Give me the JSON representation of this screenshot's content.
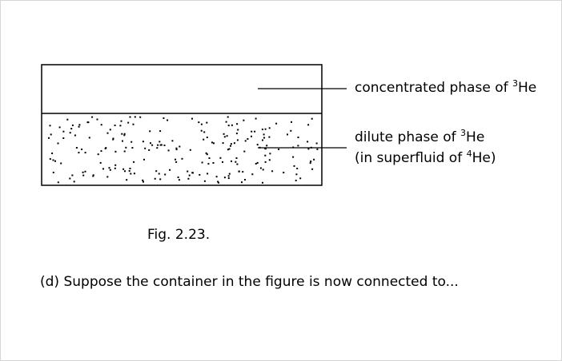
{
  "labels": {
    "concentrated": {
      "text": "concentrated phase of ",
      "superscript": "3",
      "element": "He"
    },
    "dilute_line1": {
      "text": "dilute phase of ",
      "superscript": "3",
      "element": "He"
    },
    "dilute_line2": {
      "prefix": "(in superfluid of ",
      "superscript": "4",
      "element": "He)"
    }
  },
  "caption": "Fig. 2.23.",
  "question": "(d) Suppose the container in the figure is now connected to..."
}
